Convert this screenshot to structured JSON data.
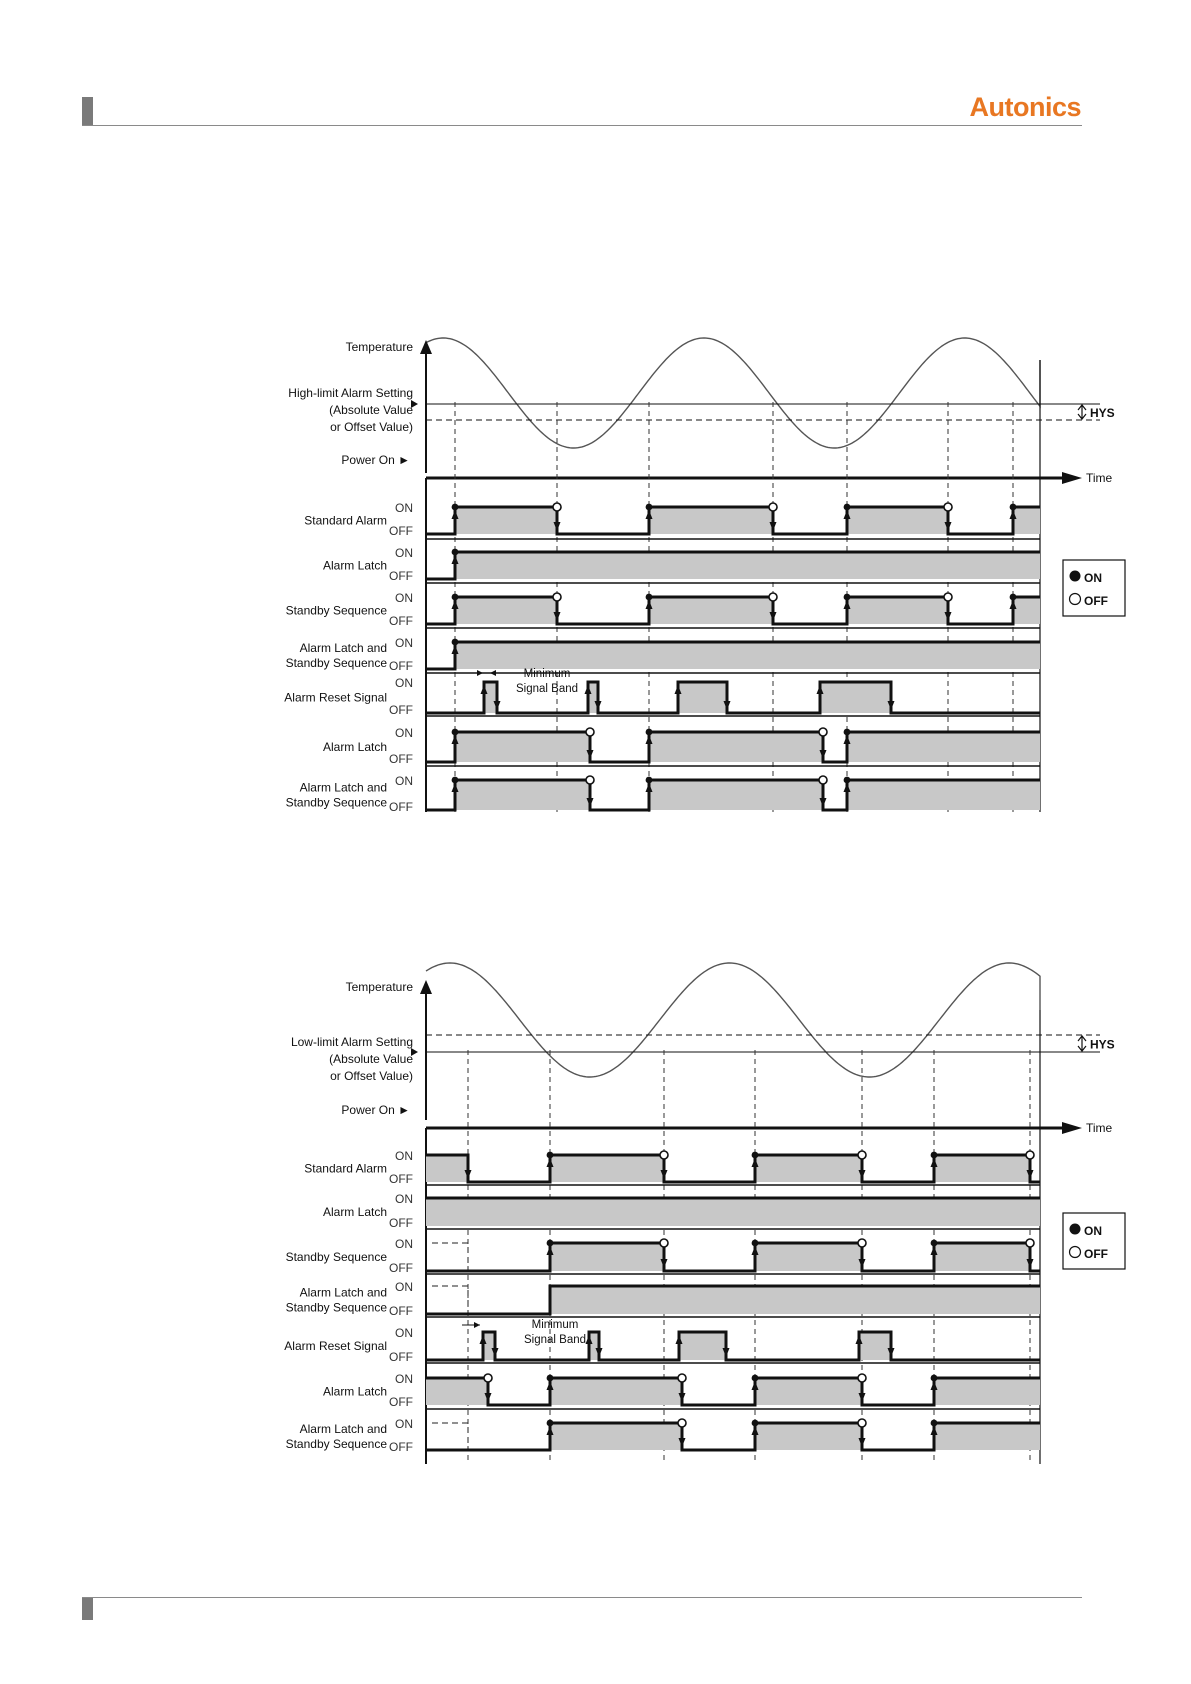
{
  "header": {
    "brand": "Autonics"
  },
  "legend": {
    "on": "ON",
    "off": "OFF"
  },
  "diagrams": [
    {
      "y_label": "Temperature",
      "setting_label_lines": [
        "High-limit Alarm Setting",
        "(Absolute Value",
        "or Offset Value)"
      ],
      "power_on": "Power On ►",
      "time_label": "Time",
      "hys_label": "HYS",
      "band_note_lines": [
        "Minimum",
        "Signal Band"
      ],
      "rows": [
        {
          "label_lines": [
            "Standard Alarm"
          ]
        },
        {
          "label_lines": [
            "Alarm Latch"
          ]
        },
        {
          "label_lines": [
            "Standby Sequence"
          ]
        },
        {
          "label_lines": [
            "Alarm Latch and",
            "Standby Sequence"
          ]
        },
        {
          "label_lines": [
            "Alarm Reset Signal"
          ]
        },
        {
          "label_lines": [
            "Alarm Latch"
          ]
        },
        {
          "label_lines": [
            "Alarm Latch and",
            "Standby Sequence"
          ]
        }
      ]
    },
    {
      "y_label": "Temperature",
      "setting_label_lines": [
        "Low-limit Alarm Setting",
        "(Absolute Value",
        "or Offset Value)"
      ],
      "power_on": "Power On ►",
      "time_label": "Time",
      "hys_label": "HYS",
      "band_note_lines": [
        "Minimum",
        "Signal Band"
      ],
      "rows": [
        {
          "label_lines": [
            "Standard Alarm"
          ]
        },
        {
          "label_lines": [
            "Alarm Latch"
          ]
        },
        {
          "label_lines": [
            "Standby Sequence"
          ]
        },
        {
          "label_lines": [
            "Alarm Latch and",
            "Standby Sequence"
          ]
        },
        {
          "label_lines": [
            "Alarm Reset Signal"
          ]
        },
        {
          "label_lines": [
            "Alarm Latch"
          ]
        },
        {
          "label_lines": [
            "Alarm Latch and",
            "Standby Sequence"
          ]
        }
      ]
    }
  ]
}
